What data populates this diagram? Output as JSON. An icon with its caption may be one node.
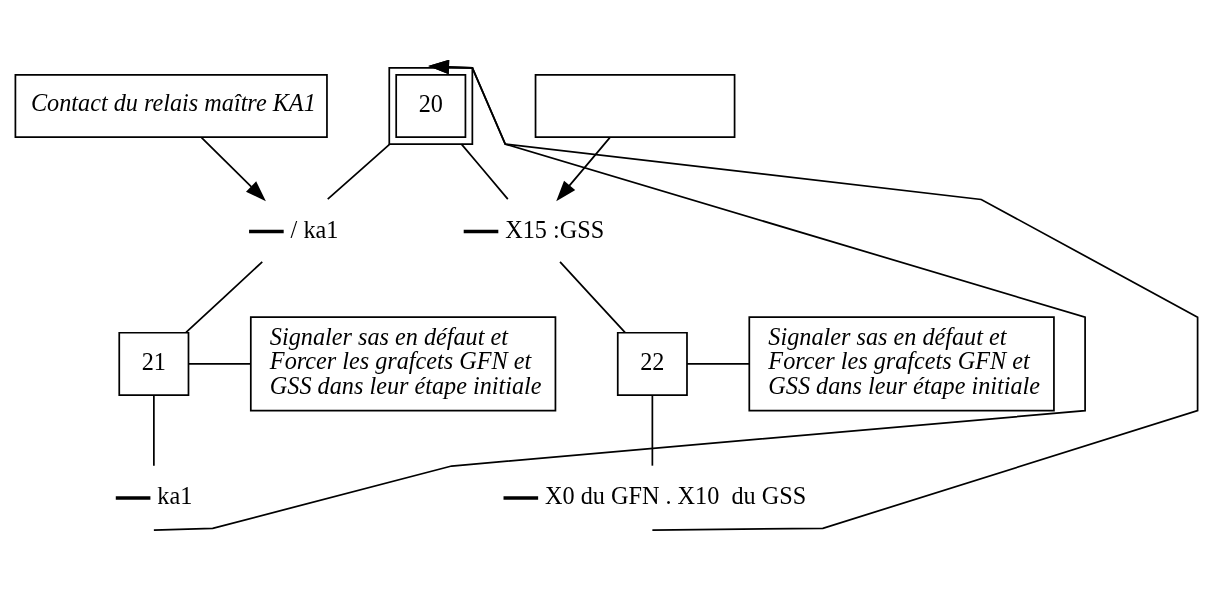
{
  "diagram": {
    "nodes": [
      {
        "text": [
          "Contact du relais maître KA1"
        ]
      },
      {
        "text": [],
        "shape": "box"
      },
      {
        "text": [
          "20"
        ]
      },
      {
        "text": [
          "/ ka1"
        ]
      },
      {
        "text": [
          "X15 :GSS"
        ]
      },
      {
        "text": [
          "21"
        ]
      },
      {
        "text": [
          "Signaler sas en défaut et Forcer les grafcets GFN et GSS dans leur étape initiale"
        ]
      },
      {
        "text": [
          "22"
        ]
      },
      {
        "text": [
          "Signaler sas en défaut et Forcer les grafcets GFN et GSS dans leur étape initiale"
        ]
      },
      {
        "text": [
          "ka1"
        ]
      },
      {
        "text": [
          "X0 du GFN . X10  du GSS"
        ]
      }
    ],
    "edges": [
      {
        "from": 2,
        "to": 3,
        "arrow": "none"
      },
      {
        "from": 2,
        "to": 4,
        "arrow": "none"
      },
      {
        "from": 3,
        "to": 5,
        "arrow": "none"
      },
      {
        "from": 4,
        "to": 7,
        "arrow": "none"
      },
      {
        "from": 5,
        "to": 6,
        "arrow": "none"
      },
      {
        "from": 7,
        "to": 8,
        "arrow": "none"
      },
      {
        "from": 5,
        "to": 9,
        "arrow": "none"
      },
      {
        "from": 7,
        "to": 10,
        "arrow": "none"
      },
      {
        "from": 9,
        "to": 2,
        "arrow": "to"
      },
      {
        "from": 10,
        "to": 2,
        "arrow": "to"
      },
      {
        "from": 0,
        "to": 3,
        "arrow": "to"
      },
      {
        "from": 1,
        "to": 4,
        "arrow": "to"
      }
    ]
  }
}
